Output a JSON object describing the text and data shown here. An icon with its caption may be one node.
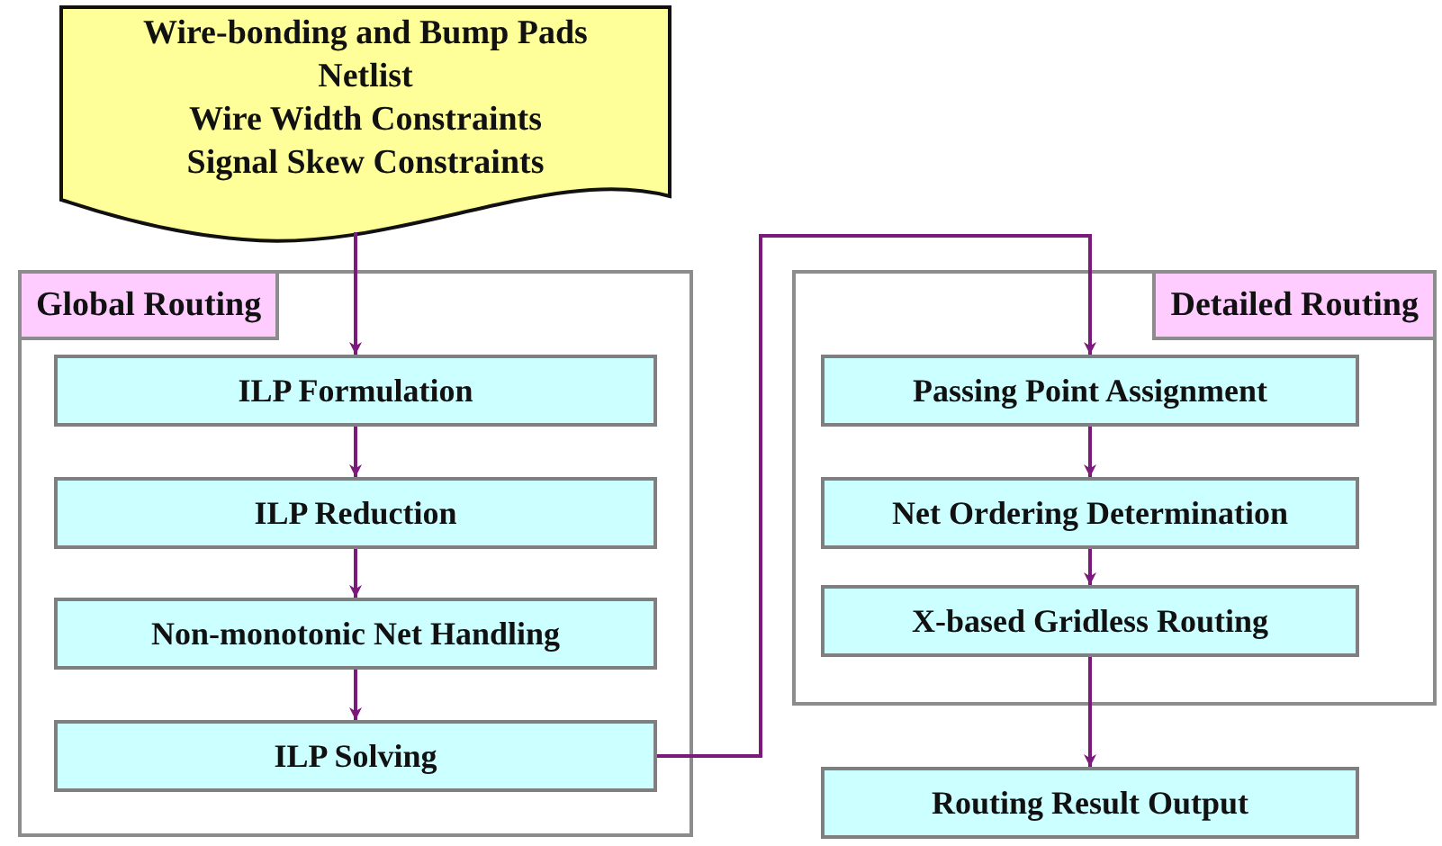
{
  "diagram": {
    "nodes": [
      {
        "text": [
          "Wire-bonding and Bump Pads",
          "Netlist",
          "Wire Width Constraints",
          "Signal Skew Constraints"
        ]
      },
      {
        "text": [
          "Global Routing"
        ]
      },
      {
        "text": [
          "ILP Formulation"
        ],
        "in": 1
      },
      {
        "text": [
          "ILP Reduction"
        ],
        "in": 1
      },
      {
        "text": [
          "Non-monotonic Net Handling"
        ],
        "in": 1
      },
      {
        "text": [
          "ILP Solving"
        ],
        "in": 1
      },
      {
        "text": [
          "Detailed Routing"
        ]
      },
      {
        "text": [
          "Passing Point Assignment"
        ],
        "in": 6
      },
      {
        "text": [
          "Net Ordering Determination"
        ],
        "in": 6
      },
      {
        "text": [
          "X-based Gridless Routing"
        ],
        "in": 6
      },
      {
        "text": [
          "Routing Result Output"
        ]
      }
    ],
    "edges": [
      {
        "from": 0,
        "to": 2,
        "arrow": "to"
      },
      {
        "from": 2,
        "to": 3,
        "arrow": "to"
      },
      {
        "from": 3,
        "to": 4,
        "arrow": "to"
      },
      {
        "from": 4,
        "to": 5,
        "arrow": "to"
      },
      {
        "from": 5,
        "to": 7,
        "arrow": "to"
      },
      {
        "from": 7,
        "to": 8,
        "arrow": "to"
      },
      {
        "from": 8,
        "to": 9,
        "arrow": "to"
      },
      {
        "from": 9,
        "to": 10,
        "arrow": "to"
      }
    ]
  }
}
